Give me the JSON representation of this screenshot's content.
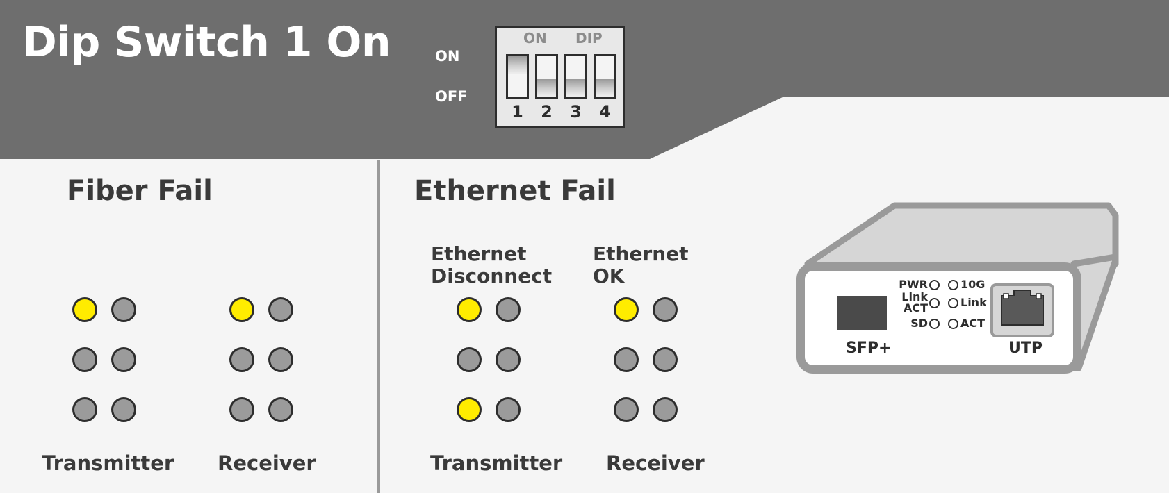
{
  "header": {
    "title": "Dip Switch 1 On",
    "bg_color": "#6e6e6e"
  },
  "dip_switch": {
    "label_on": "ON",
    "label_off": "OFF",
    "top_on": "ON",
    "top_dip": "DIP",
    "switches": [
      {
        "number": "1",
        "state": "on"
      },
      {
        "number": "2",
        "state": "off"
      },
      {
        "number": "3",
        "state": "off"
      },
      {
        "number": "4",
        "state": "off"
      }
    ]
  },
  "fiber_fail": {
    "title": "Fiber Fail",
    "transmitter": {
      "label": "Transmitter",
      "leds": [
        [
          "on",
          "off"
        ],
        [
          "off",
          "off"
        ],
        [
          "off",
          "off"
        ]
      ]
    },
    "receiver": {
      "label": "Receiver",
      "leds": [
        [
          "on",
          "off"
        ],
        [
          "off",
          "off"
        ],
        [
          "off",
          "off"
        ]
      ]
    }
  },
  "ethernet_fail": {
    "title": "Ethernet Fail",
    "disconnect_label": "Ethernet\nDisconnect",
    "ok_label": "Ethernet\nOK",
    "transmitter": {
      "label": "Transmitter",
      "leds": [
        [
          "on",
          "off"
        ],
        [
          "off",
          "off"
        ],
        [
          "on",
          "off"
        ]
      ]
    },
    "receiver": {
      "label": "Receiver",
      "leds": [
        [
          "on",
          "off"
        ],
        [
          "off",
          "off"
        ],
        [
          "off",
          "off"
        ]
      ]
    }
  },
  "device": {
    "sfp_label": "SFP+",
    "utp_label": "UTP",
    "led_labels_left": [
      "PWR",
      "Link\nACT",
      "SD"
    ],
    "led_labels_right": [
      "10G",
      "Link",
      "ACT"
    ]
  },
  "colors": {
    "led_on": "#ffec00",
    "led_off": "#9b9b9b",
    "outline": "#2d2d2d",
    "panel": "#f5f5f5"
  }
}
